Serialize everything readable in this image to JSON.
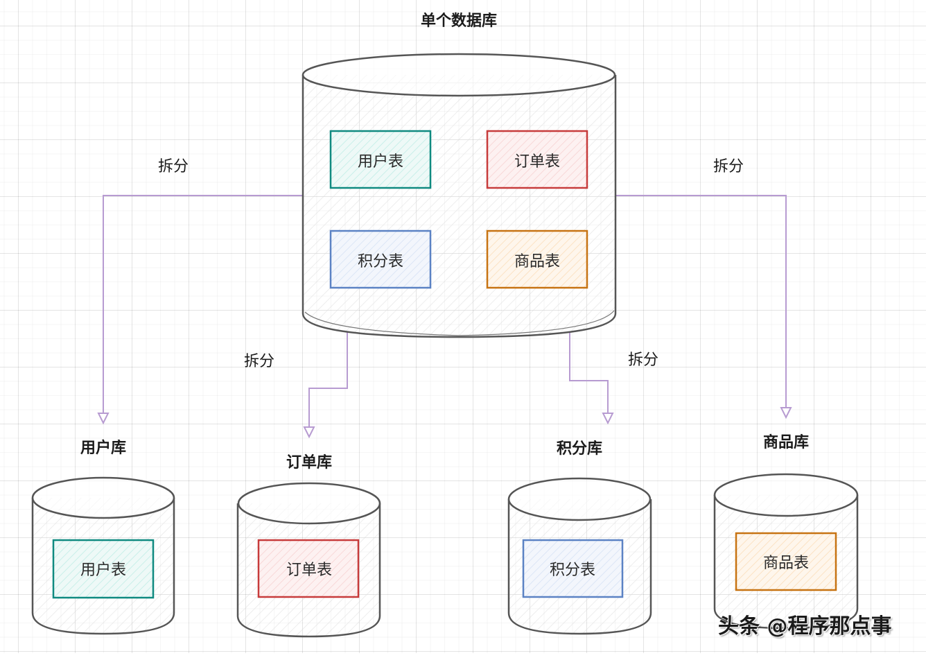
{
  "diagram": {
    "source": {
      "title": "单个数据库",
      "tables": [
        {
          "label": "用户表",
          "color": "#0f8a80",
          "fill": "#c9efe9"
        },
        {
          "label": "订单表",
          "color": "#c73b3b",
          "fill": "#f8d8d8"
        },
        {
          "label": "积分表",
          "color": "#5b82c4",
          "fill": "#dce6f6"
        },
        {
          "label": "商品表",
          "color": "#c77312",
          "fill": "#fbe2c4"
        }
      ]
    },
    "split_label": "拆分",
    "edges": [
      {
        "from": "单个数据库",
        "to": "用户库",
        "label": "拆分"
      },
      {
        "from": "单个数据库",
        "to": "订单库",
        "label": "拆分"
      },
      {
        "from": "单个数据库",
        "to": "积分库",
        "label": "拆分"
      },
      {
        "from": "单个数据库",
        "to": "商品库",
        "label": "拆分"
      }
    ],
    "targets": [
      {
        "title": "用户库",
        "table": "用户表",
        "color": "#0f8a80",
        "fill": "#c9efe9"
      },
      {
        "title": "订单库",
        "table": "订单表",
        "color": "#c73b3b",
        "fill": "#f8d8d8"
      },
      {
        "title": "积分库",
        "table": "积分表",
        "color": "#5b82c4",
        "fill": "#dce6f6"
      },
      {
        "title": "商品库",
        "table": "商品表",
        "color": "#c77312",
        "fill": "#fbe2c4"
      }
    ],
    "arrow_color": "#b79bd1",
    "stroke_color": "#555555"
  },
  "watermark": "头条 @程序那点事"
}
